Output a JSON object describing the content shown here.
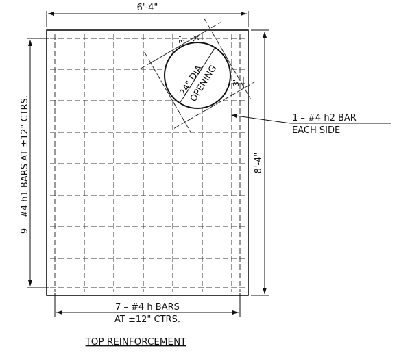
{
  "drawing": {
    "title": "TOP REINFORCEMENT",
    "dims": {
      "width": "6'-4\"",
      "height": "8'-4\"",
      "gap_top": "3\"",
      "gap_right": "3\""
    },
    "opening": {
      "line1": "24\" DIA.",
      "line2": "OPENING"
    },
    "bars": {
      "bottom_line1": "7 – #4 h BARS",
      "bottom_line2": "AT ±12\" CTRS.",
      "left": "9 – #4 h1 BARS AT ±12\" CTRS.",
      "callout_line1": "1 – #4 h2 BAR",
      "callout_line2": "EACH SIDE"
    }
  }
}
